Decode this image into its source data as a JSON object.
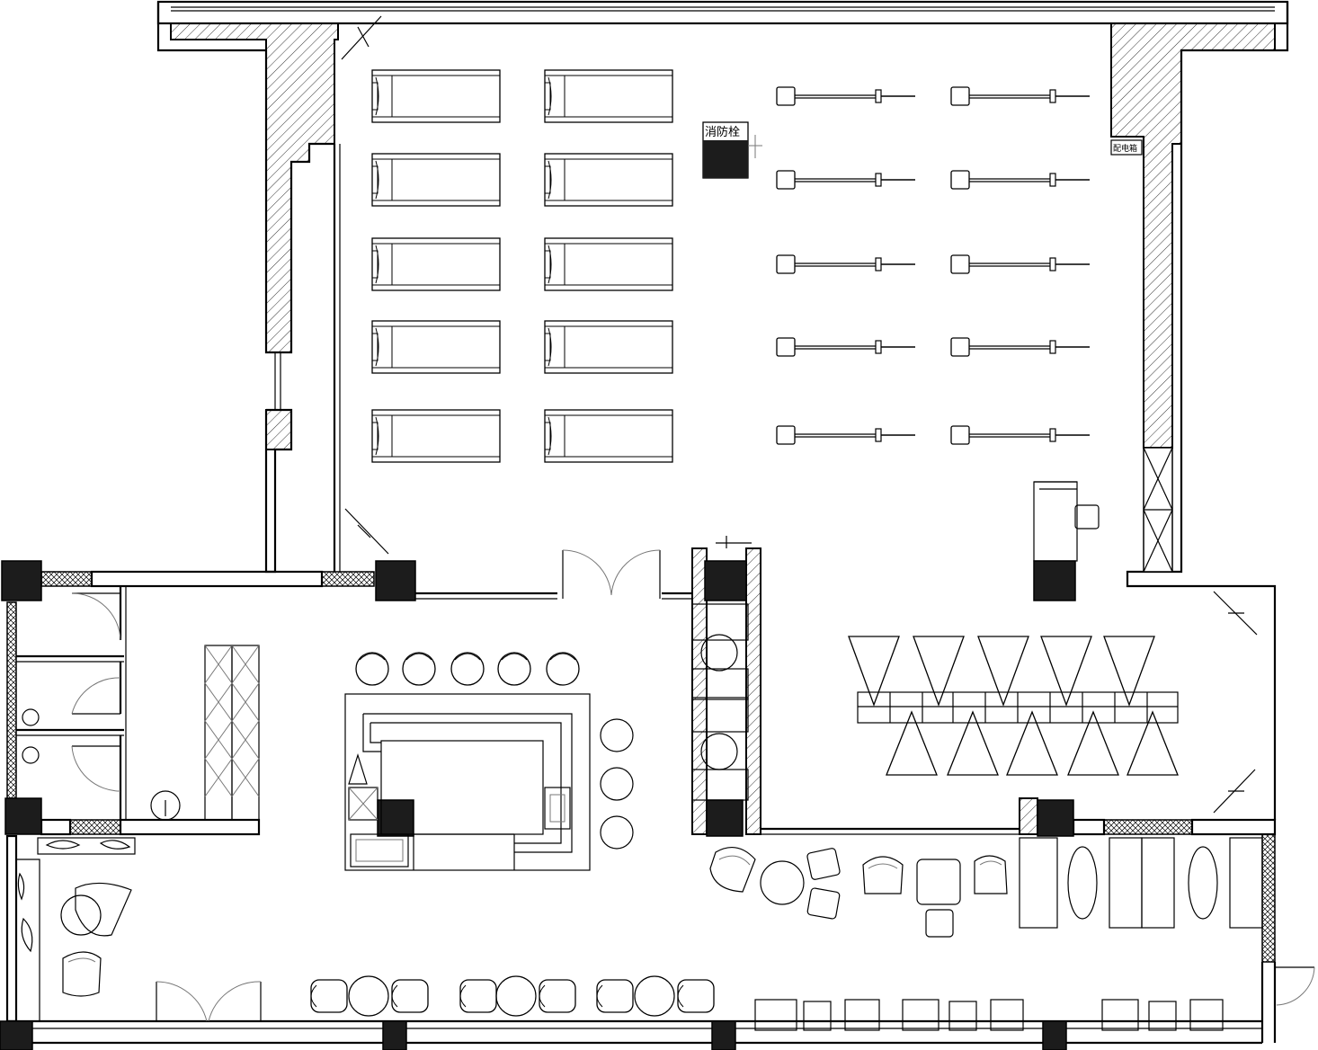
{
  "labels": {
    "fire_hydrant": "消防栓",
    "distribution_box": "配电箱"
  },
  "counts": {
    "treadmills": 10,
    "barbell_stations": 10,
    "bar_stools": 8,
    "spin_bikes": 10
  },
  "colors": {
    "line": "#000000",
    "column": "#1c1c1c",
    "background": "#ffffff"
  }
}
